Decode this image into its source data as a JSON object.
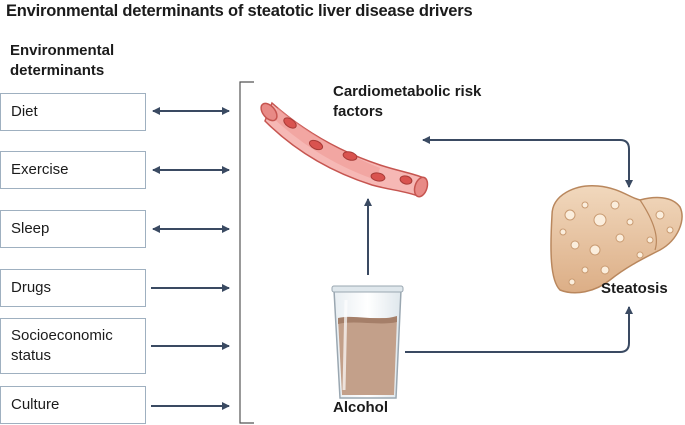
{
  "title": "Environmental determinants of steatotic liver disease drivers",
  "section_heading": "Environmental determinants",
  "determinants": [
    {
      "label": "Diet",
      "direction": "bidirectional"
    },
    {
      "label": "Exercise",
      "direction": "bidirectional"
    },
    {
      "label": "Sleep",
      "direction": "bidirectional"
    },
    {
      "label": "Drugs",
      "direction": "unidirectional"
    },
    {
      "label": "Socioeconomic status",
      "direction": "unidirectional"
    },
    {
      "label": "Culture",
      "direction": "unidirectional"
    }
  ],
  "nodes": {
    "cardiometabolic": "Cardiometabolic risk factors",
    "alcohol": "Alcohol",
    "steatosis": "Steatosis"
  },
  "colors": {
    "arrow": "#3a4a62",
    "box_border": "#9fb0c0",
    "vessel": "#ef9a9a",
    "vessel_cell": "#d9534f",
    "liver": "#e9c9a8",
    "drink": "#b58a6e"
  }
}
